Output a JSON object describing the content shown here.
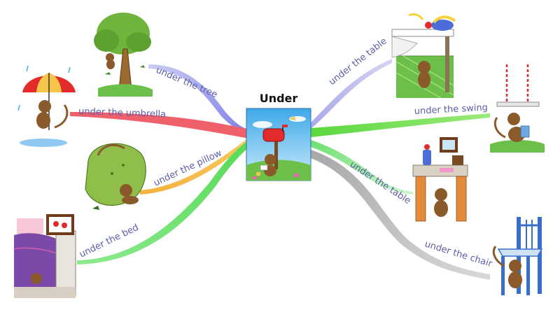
{
  "center": {
    "title": "Under"
  },
  "branches": [
    {
      "label": "under the tree",
      "color": "#7F80E6",
      "side": "left"
    },
    {
      "label": "under the umbrella",
      "color": "#F0606A",
      "side": "left"
    },
    {
      "label": "under the pillow",
      "color": "#F4B23E",
      "side": "left"
    },
    {
      "label": "under the bed",
      "color": "#6EE06E",
      "side": "left"
    },
    {
      "label": "under the table",
      "color": "#B7B7EA",
      "side": "right"
    },
    {
      "label": "under the swing",
      "color": "#7CE05A",
      "side": "right"
    },
    {
      "label": "under the table",
      "color": "#9BF09B",
      "side": "right"
    },
    {
      "label": "under the chair",
      "color": "#BDBDBD",
      "side": "right"
    }
  ],
  "colors": {
    "label_text": "#5B5FA8",
    "sky": "#7FC7F0",
    "grass": "#6CC04A",
    "monkey": "#8B5A2B"
  },
  "icons": [
    "tree-monkey-illustration",
    "umbrella-monkey-illustration",
    "pillow-monkey-illustration",
    "bed-monkey-illustration",
    "table-fruit-monkey-illustration",
    "swing-monkey-illustration",
    "desk-monkey-illustration",
    "chair-monkey-illustration",
    "mailbox-monkey-illustration"
  ]
}
